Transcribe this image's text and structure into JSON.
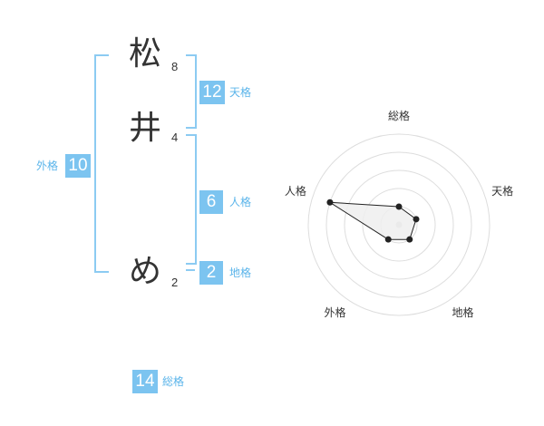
{
  "name_chars": [
    {
      "char": "松",
      "strokes": "8"
    },
    {
      "char": "井",
      "strokes": "4"
    },
    {
      "char": "め",
      "strokes": "2"
    }
  ],
  "fortunes": {
    "tenkaku": {
      "value": "12",
      "label": "天格"
    },
    "jinkaku": {
      "value": "6",
      "label": "人格"
    },
    "chikaku": {
      "value": "2",
      "label": "地格"
    },
    "gaikaku": {
      "value": "10",
      "label": "外格"
    },
    "soukaku": {
      "value": "14",
      "label": "総格"
    }
  },
  "chart_data": {
    "type": "radar",
    "axes": [
      "総格",
      "天格",
      "地格",
      "外格",
      "人格"
    ],
    "values": [
      1,
      1,
      1,
      1,
      4
    ],
    "max": 5,
    "rings": 5,
    "colors": {
      "fill": "#eeeeee",
      "line": "#222222",
      "ring": "#dddddd"
    }
  }
}
